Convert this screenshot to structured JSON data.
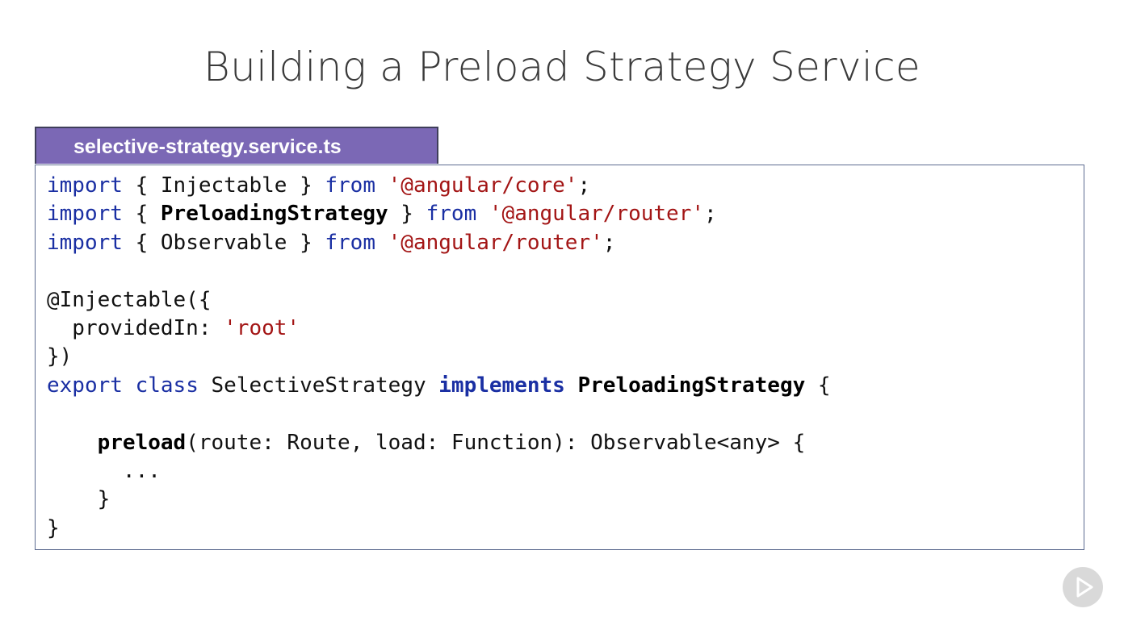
{
  "slide": {
    "title": "Building a Preload Strategy Service"
  },
  "file_tab": {
    "label": "selective-strategy.service.ts"
  },
  "code": {
    "l1": {
      "a": "import",
      "b": " { Injectable } ",
      "c": "from",
      "d": " ",
      "e": "'@angular/core'",
      "f": ";"
    },
    "l2": {
      "a": "import",
      "b": " { ",
      "c": "PreloadingStrategy",
      "d": " } ",
      "e": "from",
      "f": " ",
      "g": "'@angular/router'",
      "h": ";"
    },
    "l3": {
      "a": "import",
      "b": " { Observable } ",
      "c": "from",
      "d": " ",
      "e": "'@angular/router'",
      "f": ";"
    },
    "l5": {
      "a": "@Injectable({"
    },
    "l6": {
      "a": "  providedIn: ",
      "b": "'root'"
    },
    "l7": {
      "a": "})"
    },
    "l8": {
      "a": "export",
      "b": " ",
      "c": "class",
      "d": " SelectiveStrategy ",
      "e": "implements",
      "f": " ",
      "g": "PreloadingStrategy",
      "h": " {"
    },
    "l10": {
      "a": "    ",
      "b": "preload",
      "c": "(route: Route, load: Function): Observable<any> {"
    },
    "l11": {
      "a": "      ..."
    },
    "l12": {
      "a": "    }"
    },
    "l13": {
      "a": "}"
    }
  },
  "icons": {
    "play": "play-icon"
  },
  "colors": {
    "tab_background": "#7b68b5",
    "keyword": "#1a2fa3",
    "string": "#a31515"
  }
}
